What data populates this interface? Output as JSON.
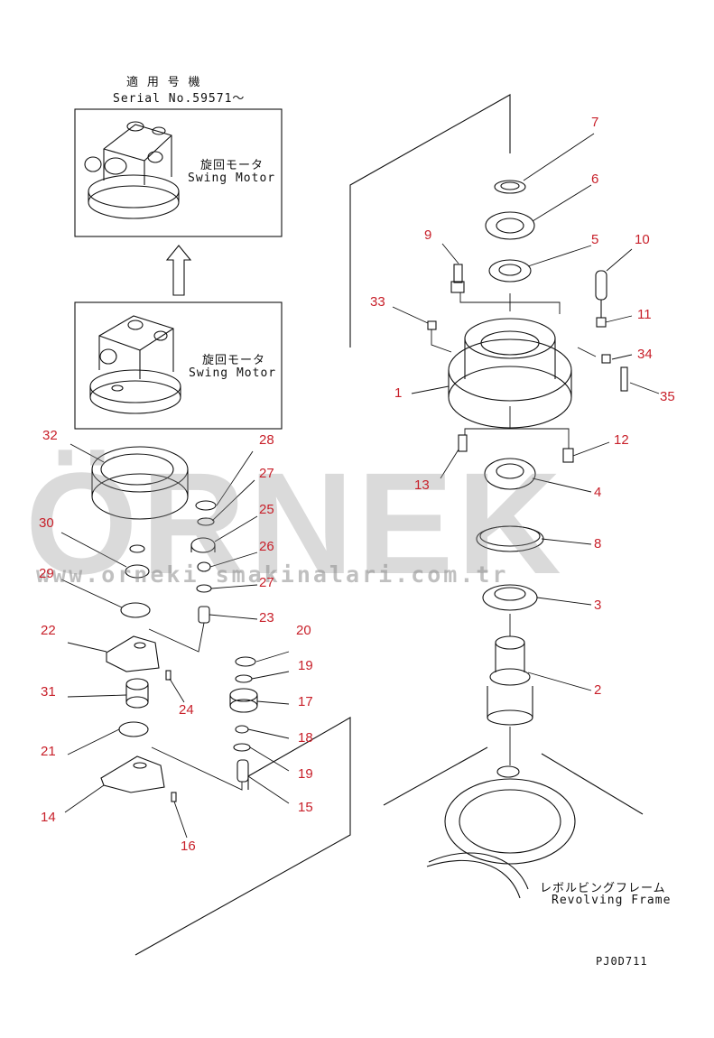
{
  "header": {
    "applicable_jp": "適 用 号 機",
    "serial": "Serial No.59571～"
  },
  "inset_top": {
    "label_jp": "旋回モータ",
    "label_en": "Swing Motor"
  },
  "inset_bottom": {
    "label_jp": "旋回モータ",
    "label_en": "Swing Motor"
  },
  "frame_label": {
    "jp": "レボルビングフレーム",
    "en": "Revolving Frame"
  },
  "drawing_code": "PJ0D711",
  "watermark": {
    "brand": "ÖRNEK",
    "url": "www.orneki smakinalari.com.tr"
  },
  "colors": {
    "callout": "#c8202a",
    "line": "#111111",
    "watermark": "#a0a0a0",
    "accent": "#f2c14e"
  },
  "callouts": [
    {
      "id": "7",
      "label": "7"
    },
    {
      "id": "6",
      "label": "6"
    },
    {
      "id": "5",
      "label": "5"
    },
    {
      "id": "9",
      "label": "9"
    },
    {
      "id": "10",
      "label": "10"
    },
    {
      "id": "11",
      "label": "11"
    },
    {
      "id": "33",
      "label": "33"
    },
    {
      "id": "34",
      "label": "34"
    },
    {
      "id": "35",
      "label": "35"
    },
    {
      "id": "1",
      "label": "1"
    },
    {
      "id": "12",
      "label": "12"
    },
    {
      "id": "13",
      "label": "13"
    },
    {
      "id": "4",
      "label": "4"
    },
    {
      "id": "8",
      "label": "8"
    },
    {
      "id": "3",
      "label": "3"
    },
    {
      "id": "2",
      "label": "2"
    },
    {
      "id": "32",
      "label": "32"
    },
    {
      "id": "28",
      "label": "28"
    },
    {
      "id": "27a",
      "label": "27"
    },
    {
      "id": "25",
      "label": "25"
    },
    {
      "id": "30",
      "label": "30"
    },
    {
      "id": "26",
      "label": "26"
    },
    {
      "id": "29",
      "label": "29"
    },
    {
      "id": "27b",
      "label": "27"
    },
    {
      "id": "23",
      "label": "23"
    },
    {
      "id": "22",
      "label": "22"
    },
    {
      "id": "20",
      "label": "20"
    },
    {
      "id": "19a",
      "label": "19"
    },
    {
      "id": "24",
      "label": "24"
    },
    {
      "id": "31",
      "label": "31"
    },
    {
      "id": "17",
      "label": "17"
    },
    {
      "id": "18",
      "label": "18"
    },
    {
      "id": "21",
      "label": "21"
    },
    {
      "id": "19b",
      "label": "19"
    },
    {
      "id": "14",
      "label": "14"
    },
    {
      "id": "15",
      "label": "15"
    },
    {
      "id": "16",
      "label": "16"
    }
  ]
}
